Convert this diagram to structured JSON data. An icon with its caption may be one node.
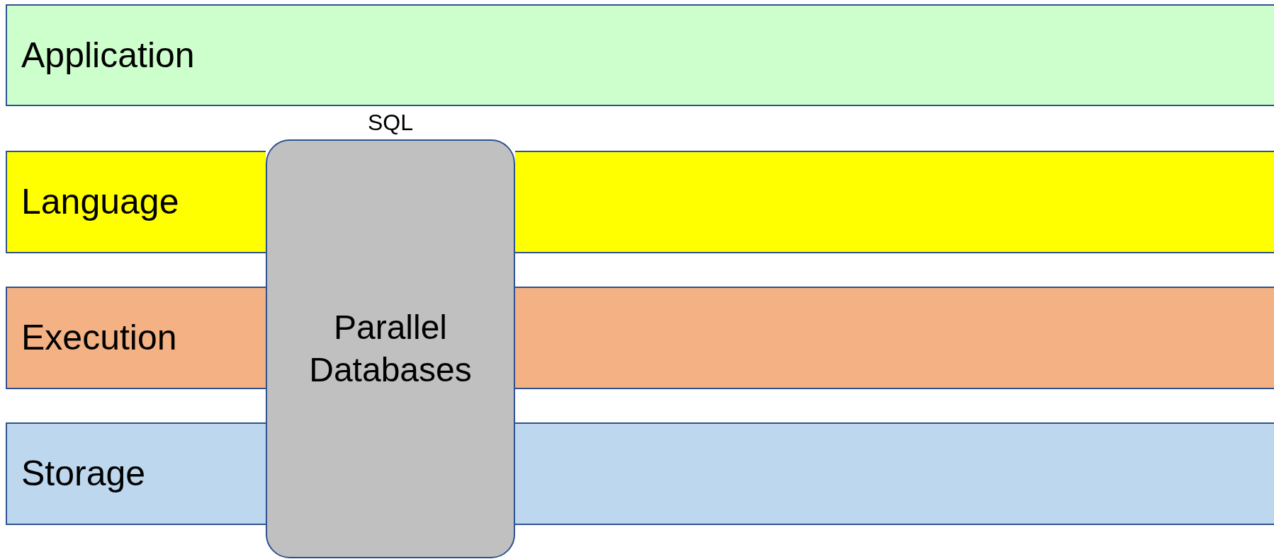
{
  "diagram": {
    "nodes": [
      {
        "text": [
          "Application"
        ]
      },
      {
        "text": [
          "Language"
        ]
      },
      {
        "text": [
          "Execution"
        ]
      },
      {
        "text": [
          "Storage"
        ]
      },
      {
        "text": [
          "Parallel Databases"
        ],
        "beside": [
          "SQL"
        ]
      },
      {
        "text": [],
        "shape": "bar"
      },
      {
        "text": [],
        "shape": "bar"
      },
      {
        "text": [],
        "shape": "bar"
      }
    ]
  }
}
